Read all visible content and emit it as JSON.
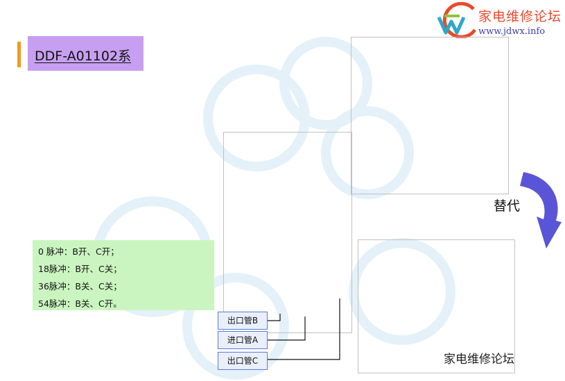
{
  "title": {
    "text": "DDF-A01102系"
  },
  "logo": {
    "name": "家电维修论坛",
    "url": "www.jdwx.info"
  },
  "replace_label": "替代",
  "pulse_lines": [
    "0 脉冲：B开、C开；",
    "18脉冲：B开、C关；",
    "36脉冲：B关、C关；",
    "54脉冲：B关、C开。"
  ],
  "pipes": {
    "outlet_b": "出口管B",
    "inlet_a": "进口管A",
    "outlet_c": "出口管C"
  },
  "watermark": "家电维修论坛",
  "colors": {
    "title_bg": "#c79ff0",
    "title_accent": "#f29a1d",
    "pulse_bg": "#cbf5c0",
    "label_border": "#5b7bd5",
    "arrow": "#5a55d6"
  }
}
